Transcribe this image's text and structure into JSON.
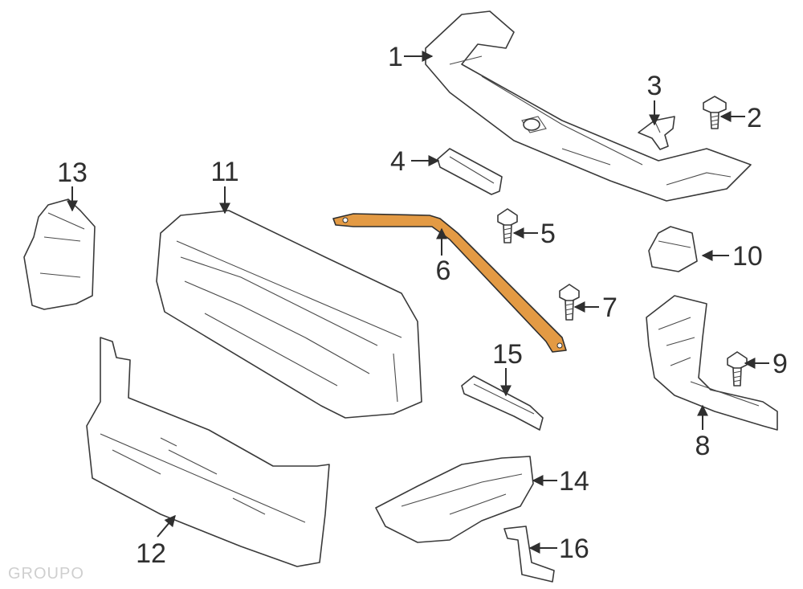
{
  "callouts": [
    {
      "id": "1",
      "label": "1"
    },
    {
      "id": "2",
      "label": "2"
    },
    {
      "id": "3",
      "label": "3"
    },
    {
      "id": "4",
      "label": "4"
    },
    {
      "id": "5",
      "label": "5"
    },
    {
      "id": "6",
      "label": "6"
    },
    {
      "id": "7",
      "label": "7"
    },
    {
      "id": "8",
      "label": "8"
    },
    {
      "id": "9",
      "label": "9"
    },
    {
      "id": "10",
      "label": "10"
    },
    {
      "id": "11",
      "label": "11"
    },
    {
      "id": "12",
      "label": "12"
    },
    {
      "id": "13",
      "label": "13"
    },
    {
      "id": "14",
      "label": "14"
    },
    {
      "id": "15",
      "label": "15"
    },
    {
      "id": "16",
      "label": "16"
    }
  ],
  "colors": {
    "highlight": "#e39a44",
    "outline": "#3a3a3a",
    "background": "#ffffff"
  },
  "watermark": "GROUPO"
}
